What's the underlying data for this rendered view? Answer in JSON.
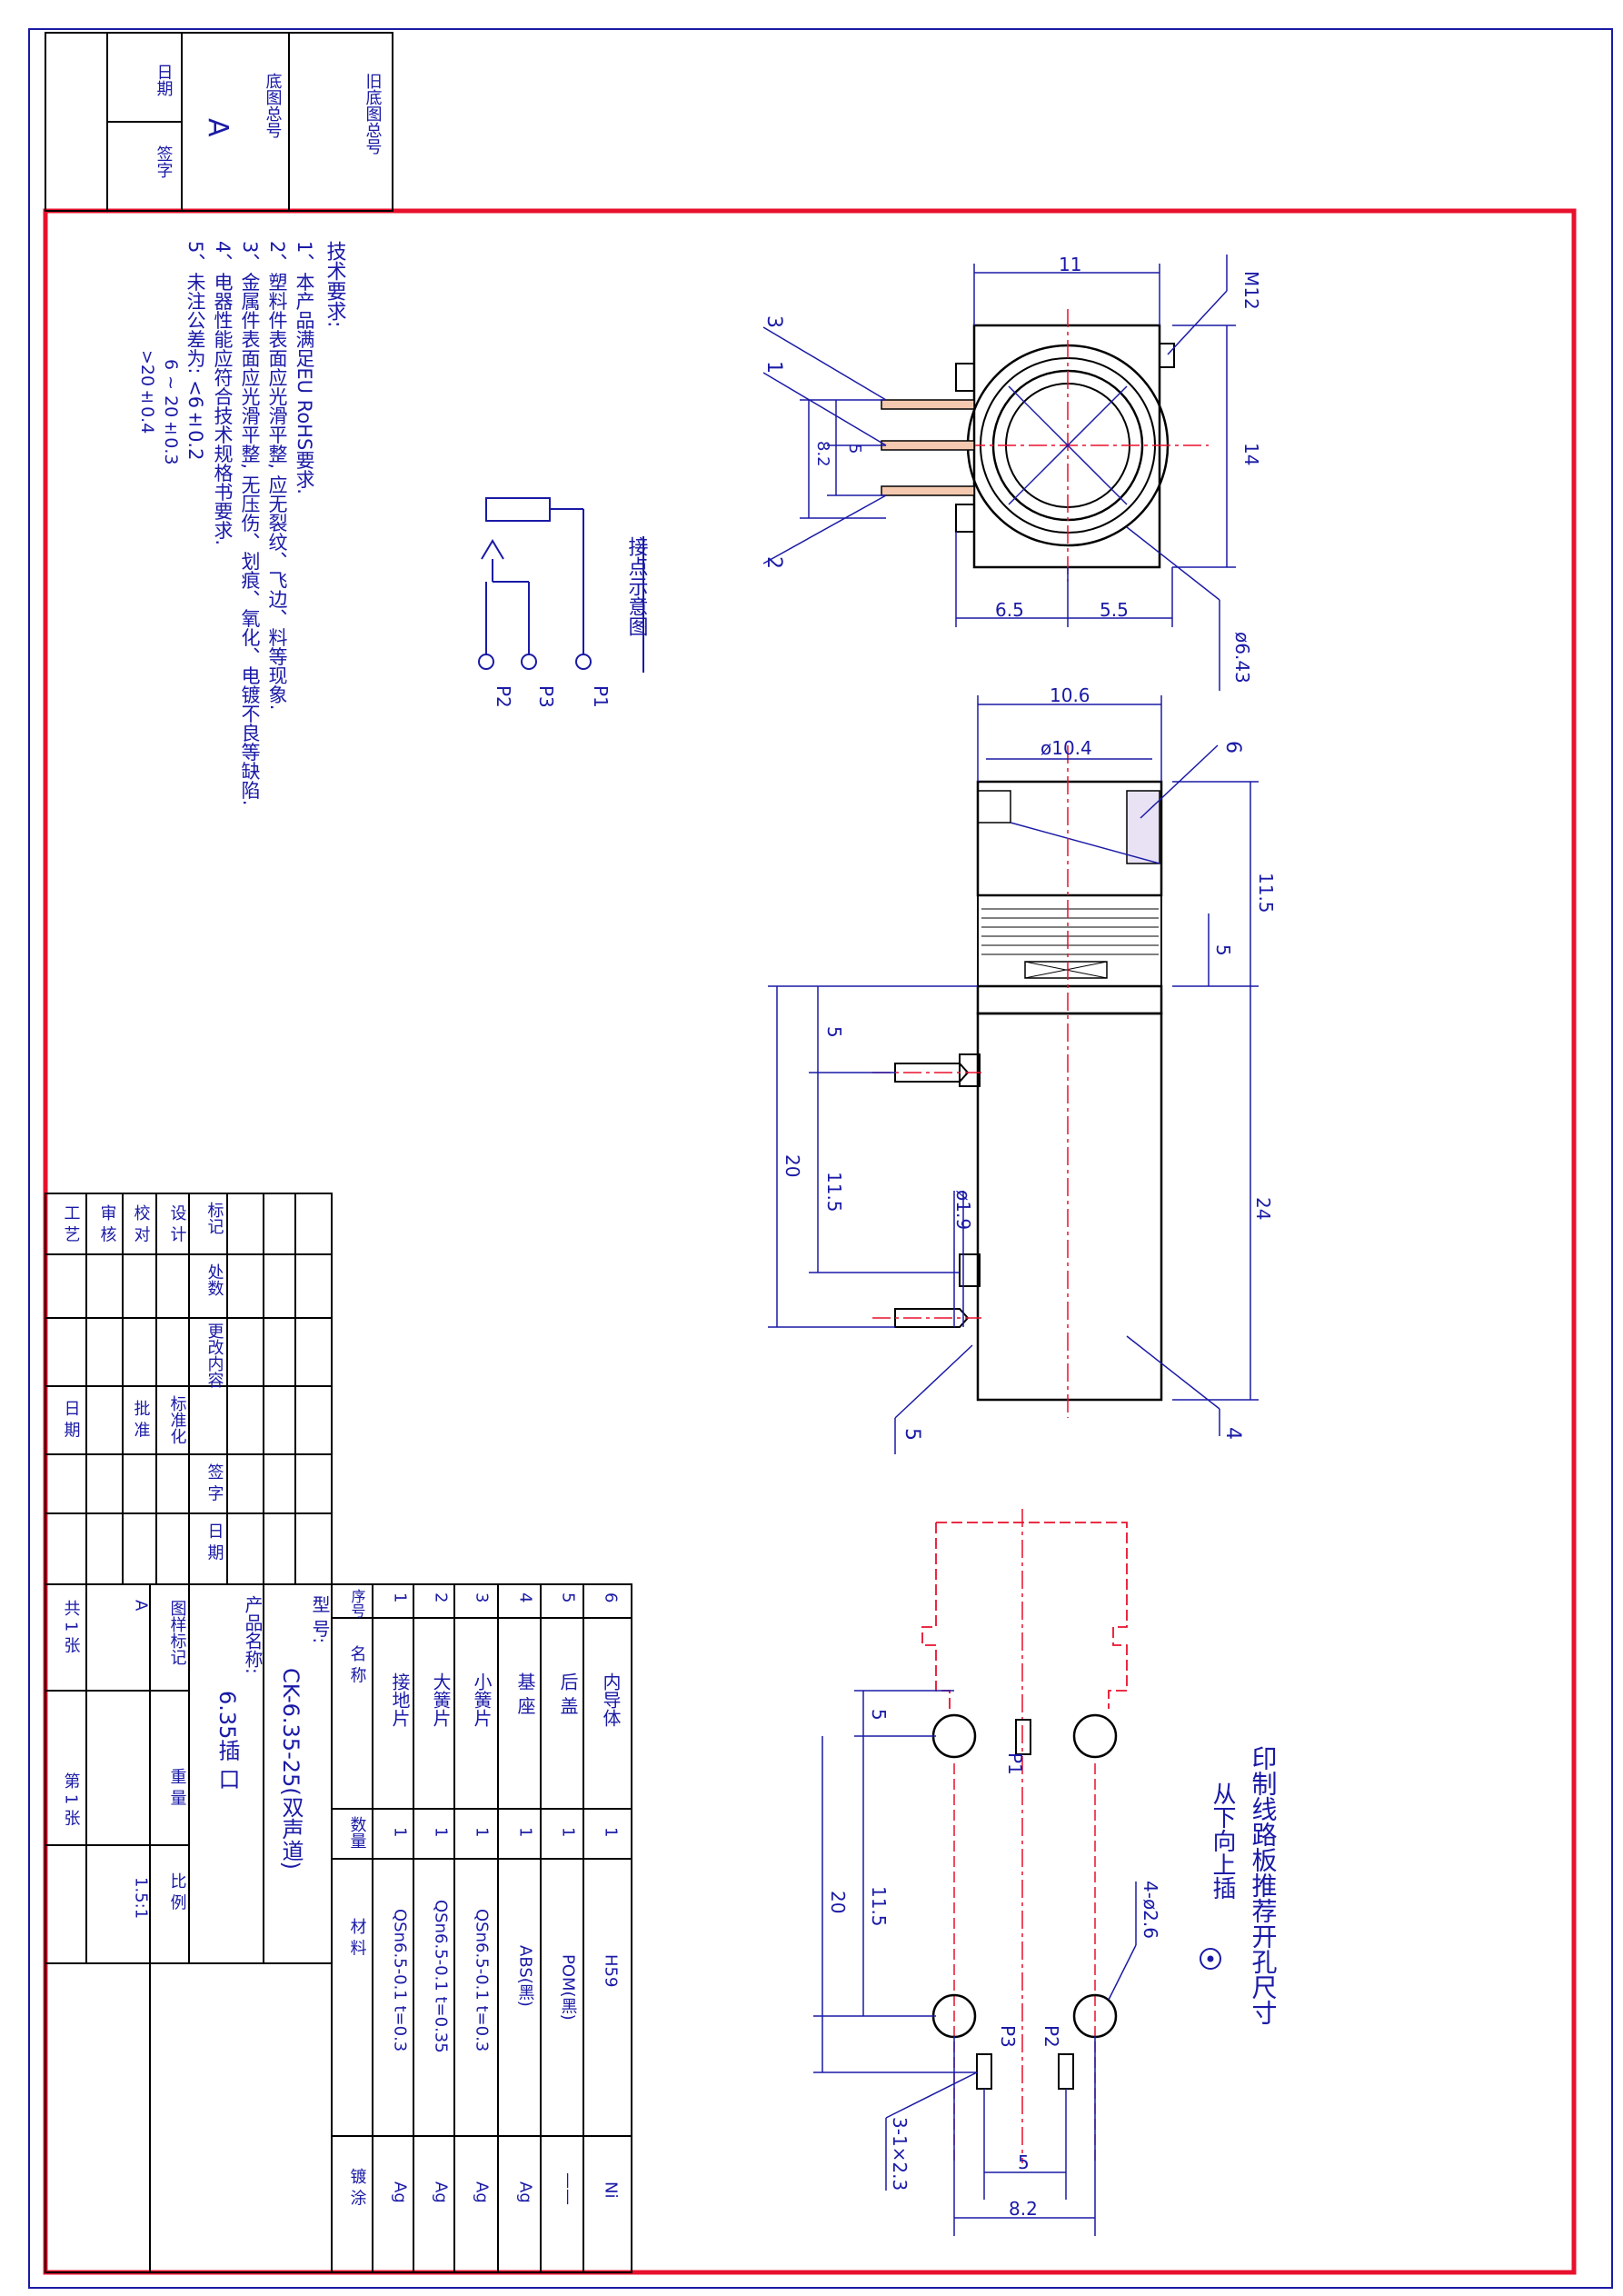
{
  "title_block": {
    "old_base_no_label": "旧底图总号",
    "base_no_label": "底图总号",
    "date_label": "日期",
    "sign_label": "签字",
    "revision_letter": "A",
    "model_label": "型    号:",
    "model_value": "CK-6.35-25(双声道)",
    "product_name_label": "产品名称:",
    "product_name_value": "6.35插 口",
    "drawing_mark_label": "图样标记",
    "weight_label": "重  量",
    "scale_label": "比  例",
    "scale_value": "1.5:1",
    "stage_mark": "A",
    "sheets_total": "共  1  张",
    "sheet_no": "第  1  张"
  },
  "revision_block": {
    "headers": [
      "标记",
      "处数",
      "更改内容",
      "签 字",
      "日 期"
    ],
    "roles": [
      "设 计",
      "校 对",
      "审 核",
      "工 艺"
    ],
    "approvals": [
      "标准化",
      "批 准",
      "日 期"
    ]
  },
  "parts_table": {
    "headers": [
      "序号",
      "名    称",
      "数量",
      "材        料",
      "镀  涂"
    ],
    "rows": [
      {
        "no": "6",
        "name": "内导体",
        "qty": "1",
        "material": "H59",
        "plating": "Ni"
      },
      {
        "no": "5",
        "name": "后  盖",
        "qty": "1",
        "material": "POM(黑)",
        "plating": "——"
      },
      {
        "no": "4",
        "name": "基  座",
        "qty": "1",
        "material": "ABS(黑)",
        "plating": "Ag"
      },
      {
        "no": "3",
        "name": "小簧片",
        "qty": "1",
        "material": "QSn6.5-0.1 t=0.3",
        "plating": "Ag"
      },
      {
        "no": "2",
        "name": "大簧片",
        "qty": "1",
        "material": "QSn6.5-0.1 t=0.35",
        "plating": "Ag"
      },
      {
        "no": "1",
        "name": "接地片",
        "qty": "1",
        "material": "QSn6.5-0.1 t=0.3",
        "plating": "Ag"
      }
    ]
  },
  "tech_requirements": {
    "title": "技术要求:",
    "items": [
      "1、本产品满足EU RoHS要求.",
      "2、塑料件表面应光滑平整, 应无裂纹、飞边、料等现象.",
      "3、金属件表面应光滑平整, 无压伤、划痕、氧化、电镀不良等缺陷.",
      "4、电器性能应符合技术规格书要求.",
      "5、未注公差为: <6±0.2",
      "6 ~ 20±0.3",
      ">20±0.4"
    ]
  },
  "schematic": {
    "title": "接点示意图",
    "pins": [
      "P1",
      "P3",
      "P2"
    ]
  },
  "top_view": {
    "dims": {
      "width": "11",
      "height": "14",
      "thread": "M12",
      "hole": "ø6.43",
      "left": "6.5",
      "right": "5.5",
      "pitch_a": "5",
      "pitch_b": "8.2"
    },
    "balloons": [
      "3",
      "1",
      "2"
    ]
  },
  "side_view": {
    "dims": {
      "width": "10.6",
      "dia": "ø10.4",
      "d1": "11.5",
      "d2": "5",
      "d3": "24",
      "d4": "5",
      "d5": "11.5",
      "d6": "20",
      "d7": "ø1.9"
    },
    "balloons": [
      "6",
      "4",
      "5"
    ]
  },
  "pcb_view": {
    "title": "印制线路板推荐开孔尺寸",
    "subtitle": "从下向上插",
    "dims": {
      "d1": "5",
      "d2": "11.5",
      "d3": "20",
      "holes": "4-ø2.6",
      "slots": "3-1×2.3",
      "w1": "5",
      "w2": "8.2"
    },
    "pins": [
      "P1",
      "P2",
      "P3"
    ]
  }
}
